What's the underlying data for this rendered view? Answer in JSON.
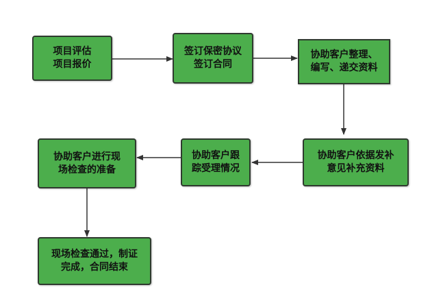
{
  "nodes": [
    {
      "id": "n1",
      "lines": [
        "项目评估",
        "项目报价"
      ]
    },
    {
      "id": "n2",
      "lines": [
        "签订保密协议",
        "签订合同"
      ]
    },
    {
      "id": "n3",
      "lines": [
        "协助客户整理、",
        "编写、递交资料"
      ]
    },
    {
      "id": "n4",
      "lines": [
        "协助客户依据发补",
        "意见补充资料"
      ]
    },
    {
      "id": "n5",
      "lines": [
        "协助客户跟",
        "踪受理情况"
      ]
    },
    {
      "id": "n6",
      "lines": [
        "协助客户进行现",
        "场检查的准备"
      ]
    },
    {
      "id": "n7",
      "lines": [
        "现场检查通过，制证",
        "完成，合同结束"
      ]
    }
  ],
  "colors": {
    "node_fill": "#4cae4c",
    "node_border": "#2f3a2f",
    "arrow": "#333333",
    "background": "#ffffff"
  }
}
